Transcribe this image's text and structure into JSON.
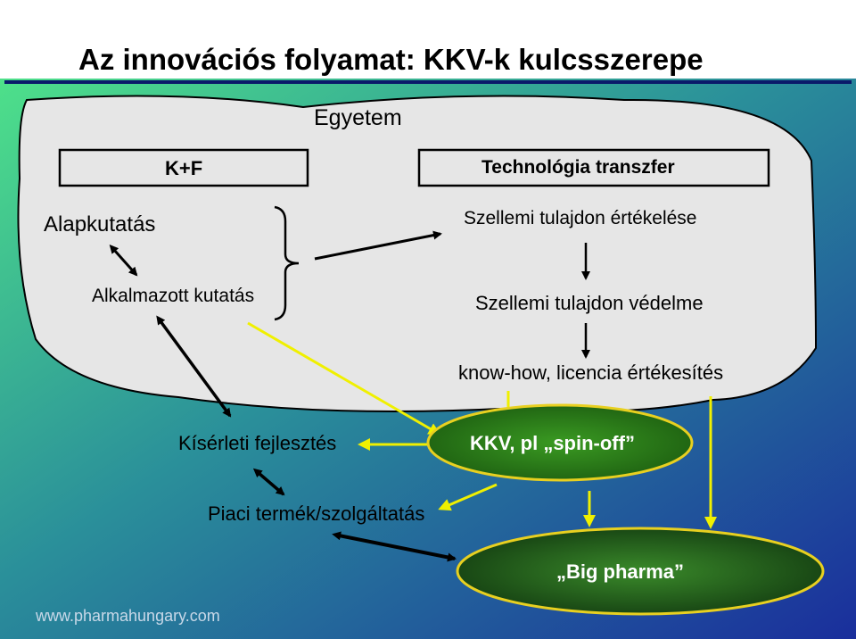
{
  "title": "Az innovációs folyamat: KKV-k kulcsszerepe",
  "university": "Egyetem",
  "box_left": "K+F",
  "box_right": "Technológia transzfer",
  "basic_research": "Alapkutatás",
  "applied_research": "Alkalmazott kutatás",
  "ip_evaluation": "Szellemi tulajdon értékelése",
  "ip_protection": "Szellemi tulajdon védelme",
  "knowhow": "know-how, licencia értékesítés",
  "experimental_dev": "Kísérleti fejlesztés",
  "sme": "KKV, pl „spin-off”",
  "market_product": "Piaci termék/szolgáltatás",
  "big_pharma": "„Big pharma”",
  "footer": "www.pharmahungary.com",
  "colors": {
    "background_start": "#3cc98a",
    "background_end": "#1a3aa0",
    "cloud": "#e6e6e6",
    "ellipse": "#2a7a1a",
    "ellipse_stroke": "#e8d020",
    "yellow_arrow": "#f0f000",
    "black_arrow": "#000000"
  }
}
